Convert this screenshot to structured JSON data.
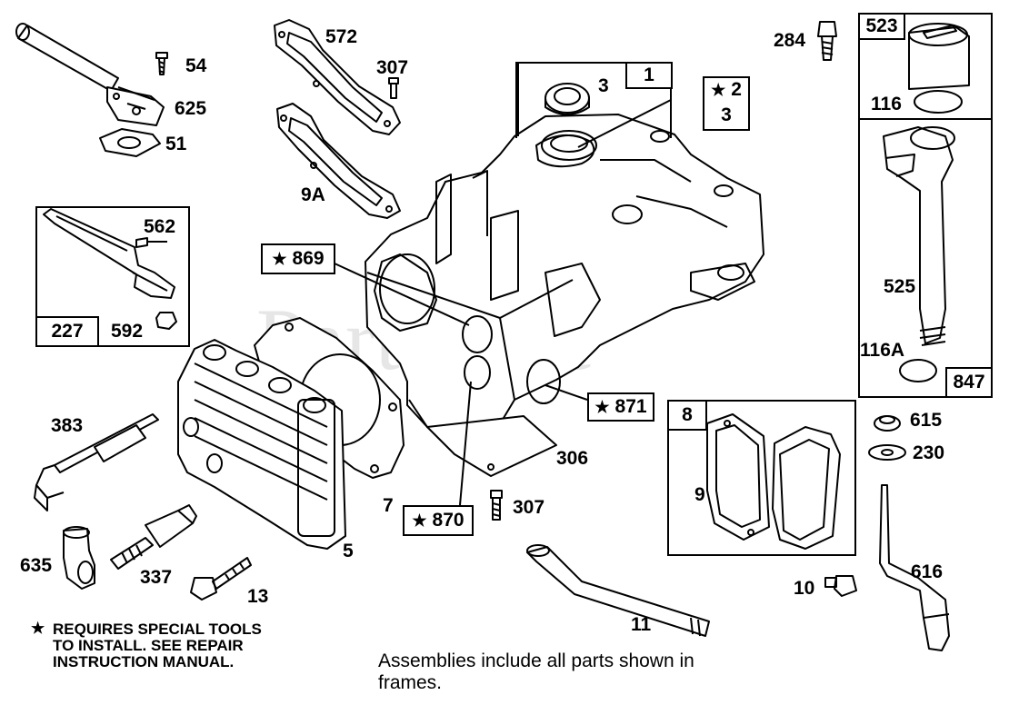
{
  "watermark": "PartsTree",
  "part_labels": {
    "p54": "54",
    "p625": "625",
    "p51": "51",
    "p572": "572",
    "p307a": "307",
    "p9A": "9A",
    "p3a": "3",
    "p1": "1",
    "p2": "2",
    "p3b": "3",
    "p284": "284",
    "p523": "523",
    "p116": "116",
    "p525": "525",
    "p116A": "116A",
    "p847": "847",
    "p562": "562",
    "p227": "227",
    "p592": "592",
    "p869": "869",
    "p871": "871",
    "p870": "870",
    "p383": "383",
    "p635": "635",
    "p337": "337",
    "p13": "13",
    "p5": "5",
    "p7": "7",
    "p306": "306",
    "p307b": "307",
    "p8": "8",
    "p9": "9",
    "p615": "615",
    "p230": "230",
    "p616": "616",
    "p10": "10",
    "p11": "11"
  },
  "star_symbol": "★",
  "footnote": {
    "line1": "REQUIRES SPECIAL TOOLS",
    "line2": "TO INSTALL.  SEE REPAIR",
    "line3": "INSTRUCTION MANUAL."
  },
  "caption": {
    "line1": "Assemblies include all parts shown in",
    "line2": "frames."
  }
}
